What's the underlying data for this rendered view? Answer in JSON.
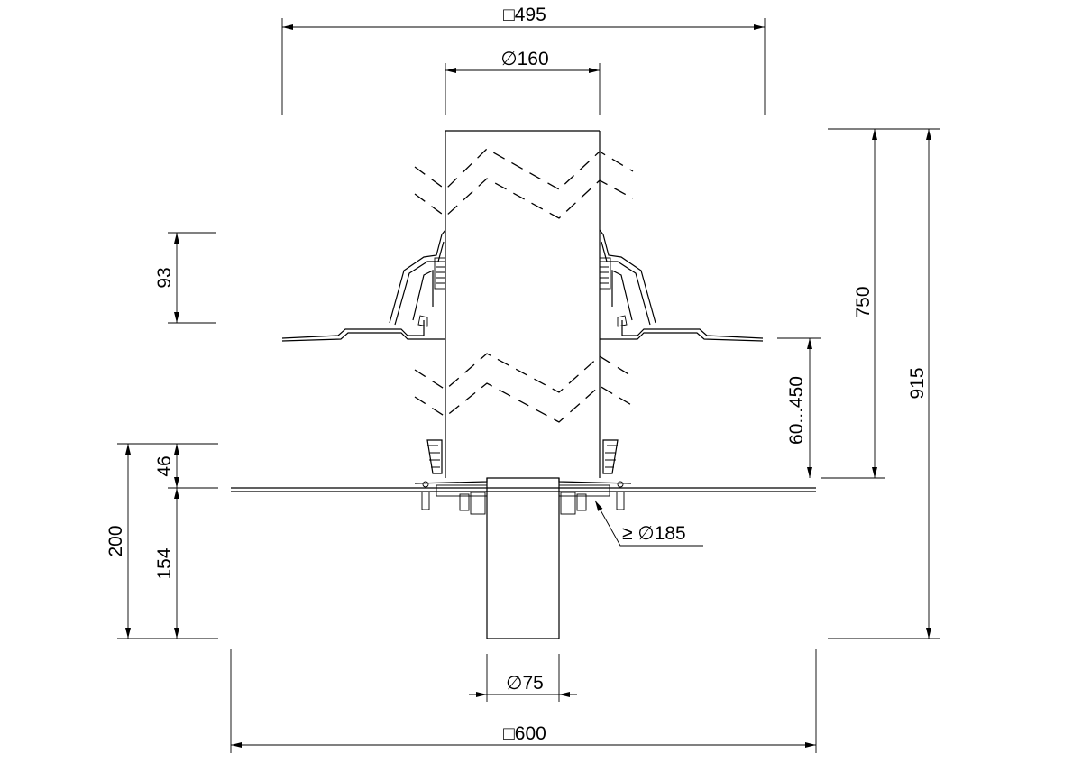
{
  "dimensions": {
    "top_square": "□495",
    "pipe_diameter": "∅160",
    "flange_diameter": "≥ ∅185",
    "outlet_diameter": "∅75",
    "bottom_square": "□600",
    "collar_height": "93",
    "overall_height": "915",
    "pipe_length": "750",
    "adjust_range": "60...450",
    "base_total": "200",
    "upper_base": "46",
    "lower_base": "154"
  },
  "colors": {
    "line": "#000000",
    "background": "#ffffff"
  }
}
